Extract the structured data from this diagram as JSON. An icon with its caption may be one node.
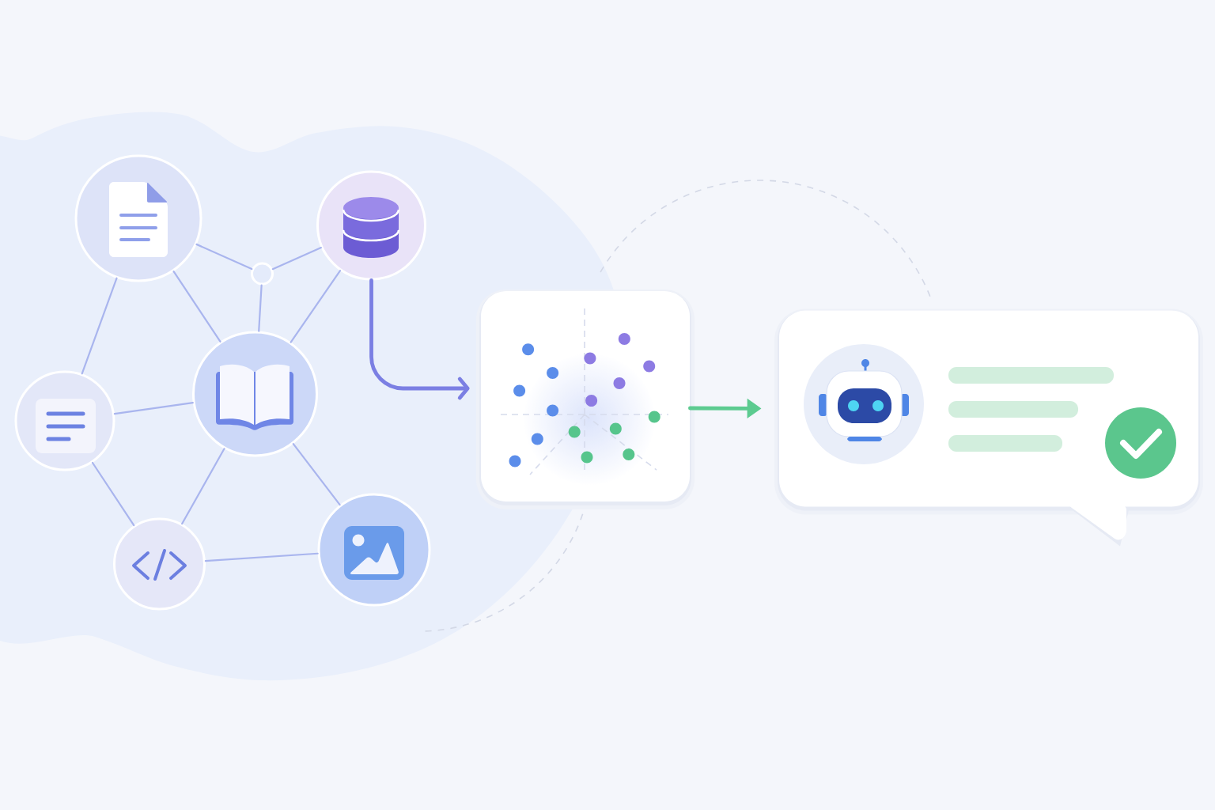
{
  "diagram": {
    "nodes": [
      {
        "text": [],
        "shape": "circle"
      },
      {
        "text": [],
        "shape": "circle"
      },
      {
        "text": [],
        "shape": "circle"
      },
      {
        "text": [],
        "shape": "circle"
      },
      {
        "text": [],
        "shape": "circle"
      },
      {
        "text": [],
        "shape": "circle"
      },
      {
        "text": [],
        "shape": "circle"
      },
      {
        "text": [],
        "shape": "box"
      },
      {
        "text": [],
        "shape": "bubble"
      }
    ],
    "edges": [
      {
        "from": 0,
        "to": 2,
        "arrow": "none"
      },
      {
        "from": 2,
        "to": 1,
        "arrow": "none"
      },
      {
        "from": 2,
        "to": 4,
        "arrow": "none"
      },
      {
        "from": 0,
        "to": 4,
        "arrow": "none"
      },
      {
        "from": 0,
        "to": 3,
        "arrow": "none"
      },
      {
        "from": 1,
        "to": 4,
        "arrow": "none"
      },
      {
        "from": 3,
        "to": 4,
        "arrow": "none"
      },
      {
        "from": 3,
        "to": 5,
        "arrow": "none"
      },
      {
        "from": 5,
        "to": 4,
        "arrow": "none"
      },
      {
        "from": 4,
        "to": 6,
        "arrow": "none"
      },
      {
        "from": 5,
        "to": 6,
        "arrow": "none"
      },
      {
        "from": 1,
        "to": 7,
        "arrow": "to",
        "style": "thick",
        "color": "#7b7fe3"
      },
      {
        "from": 7,
        "to": 8,
        "arrow": "to",
        "style": "thick",
        "color": "#5ccb90"
      }
    ]
  }
}
